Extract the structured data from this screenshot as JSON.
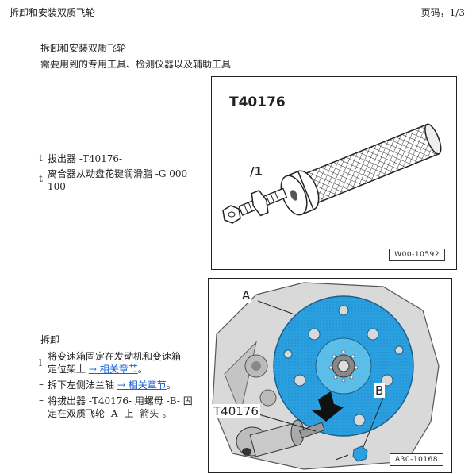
{
  "header": {
    "title": "拆卸和安装双质飞轮",
    "page": "页码，1/3"
  },
  "doc": {
    "title": "拆卸和安装双质飞轮",
    "subtitle": "需要用到的专用工具、检测仪器以及辅助工具"
  },
  "tools": {
    "bullet": "t",
    "items": [
      {
        "text": "拔出器 -T40176-"
      },
      {
        "text_line1": "离合器从动盘花键润滑脂 -G 000",
        "text_line2": "100-"
      }
    ]
  },
  "figure1": {
    "tool_label": "T40176",
    "part_label": "/1",
    "code": "W00-10592"
  },
  "removal": {
    "heading": "拆卸",
    "step1_bullet": "l",
    "step1_line1": "将变速箱固定在发动机和变速箱",
    "step1_line2_prefix": "定位架上 ",
    "step1_link": "→ 相关章节",
    "step1_suffix": "。",
    "step2_bullet": "–",
    "step2_prefix": "拆下左侧法兰轴 ",
    "step2_link": "→ 相关章节",
    "step2_suffix": "。",
    "step3_bullet": "–",
    "step3_line1": "将拔出器 -T40176- 用螺母 -B- 固",
    "step3_line2": "定在双质飞轮 -A- 上 -箭头-。"
  },
  "figure2": {
    "label_a": "A",
    "label_b": "B",
    "tool_label": "T40176",
    "code": "A30-10168"
  }
}
